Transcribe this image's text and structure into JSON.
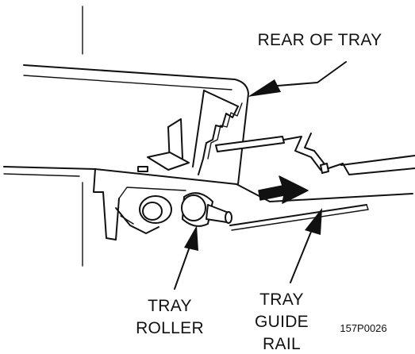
{
  "labels": {
    "rear_of_tray": "REAR OF TRAY",
    "tray_roller_line1": "TRAY",
    "tray_roller_line2": "ROLLER",
    "tray_guide_rail_line1": "TRAY",
    "tray_guide_rail_line2": "GUIDE",
    "tray_guide_rail_line3": "RAIL",
    "figure_code": "157P0026"
  }
}
